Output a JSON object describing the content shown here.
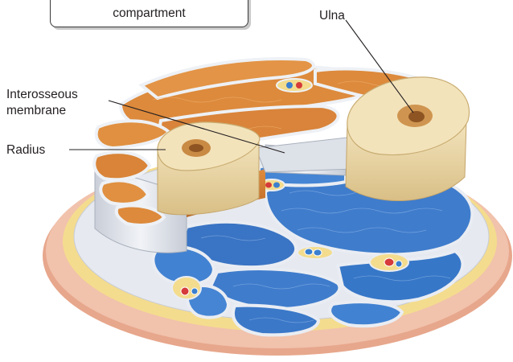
{
  "callout": {
    "text": "compartment"
  },
  "labels": {
    "ulna": "Ulna",
    "interosseous_line1": "Interosseous",
    "interosseous_line2": "membrane",
    "radius": "Radius"
  },
  "colors": {
    "skin": "#f1c2ac",
    "fat": "#f4dc8e",
    "fascia": "#e9ecf1",
    "flexor_muscle": "#3f7ccc",
    "extensor_muscle": "#dd8a3c",
    "bone": "#efdcae",
    "marrow": "#b77a3a",
    "vein": "#3b7fcf",
    "artery": "#d63a3a"
  }
}
